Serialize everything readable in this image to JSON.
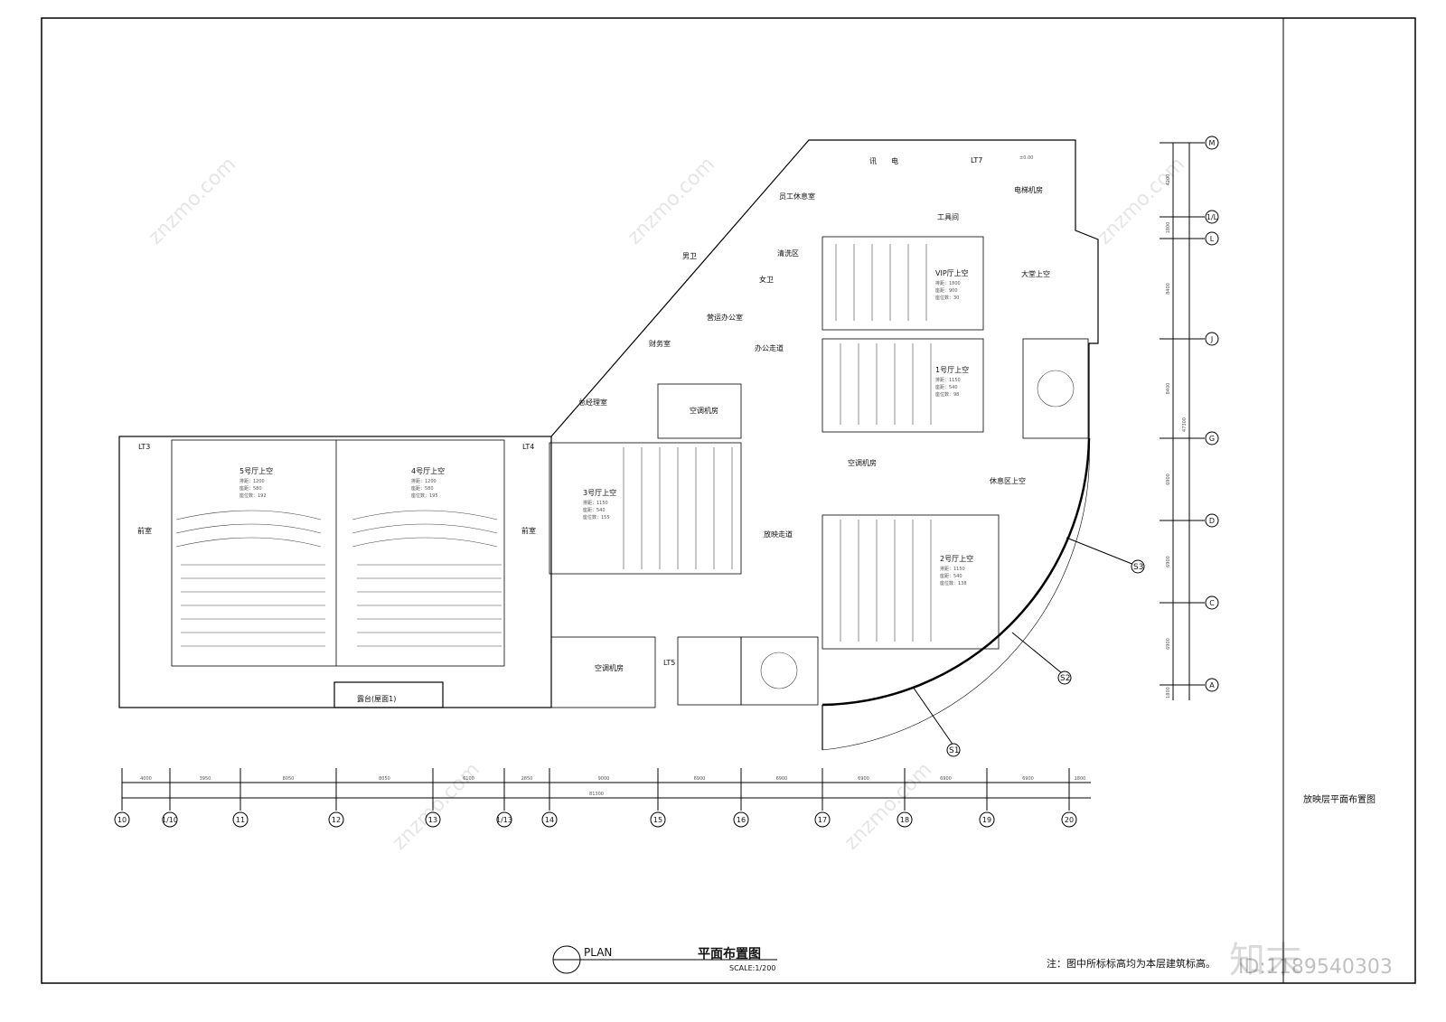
{
  "drawing": {
    "title": "平面布置图",
    "plan_label": "PLAN",
    "scale": "SCALE:1/200",
    "note": "注：图中所标标高均为本层建筑标高。",
    "sheet_title": "放映层平面布置图",
    "watermark_id": "ID:1189540303",
    "watermark_logo": "知末",
    "watermark_site": "znzmo.com"
  },
  "grid_x": {
    "axes": [
      "10",
      "1/10",
      "11",
      "12",
      "13",
      "1/13",
      "14",
      "15",
      "16",
      "17",
      "18",
      "19",
      "20"
    ],
    "dims": [
      "4000",
      "3950",
      "8050",
      "8050",
      "6100",
      "2850",
      "9000",
      "6900",
      "6900",
      "6900",
      "6900",
      "6900",
      "1800"
    ],
    "total": "81300"
  },
  "grid_y": {
    "axes": [
      "M",
      "1/L",
      "L",
      "J",
      "G",
      "D",
      "C",
      "A"
    ],
    "dims": [
      "4200",
      "1800",
      "8400",
      "8400",
      "6900",
      "6900",
      "6900",
      "1800"
    ],
    "total": "47300"
  },
  "arc_axes": [
    "S1",
    "S2",
    "S3"
  ],
  "rooms": {
    "hall5": "5号厅上空",
    "hall4": "4号厅上空",
    "hall3": "3号厅上空",
    "hall2": "2号厅上空",
    "hall1": "1号厅上空",
    "vip": "VIP厅上空",
    "projection_corridor": "放映走道",
    "lounge": "休息区上空",
    "lobby": "大堂上空",
    "ac1": "空调机房",
    "ac2": "空调机房",
    "ac3": "空调机房",
    "gm": "总经理室",
    "finance": "财务室",
    "ops": "营运办公室",
    "office_corridor": "办公走道",
    "men": "男卫",
    "women": "女卫",
    "wash": "清洗区",
    "staff": "员工休息室",
    "tools": "工具间",
    "lift_machine": "电梯机房",
    "ante1": "前室",
    "ante2": "前室",
    "terrace": "露台(屋面1)",
    "lt3": "LT3",
    "lt4": "LT4",
    "lt5": "LT5",
    "lt7": "LT7",
    "xun": "讯",
    "dian": "电",
    "level": "±0.00"
  },
  "hall_info": {
    "hall5": [
      "排距：1200",
      "座距：580",
      "座位数：192"
    ],
    "hall4": [
      "排距：1200",
      "座距：580",
      "座位数：195"
    ],
    "hall3": [
      "排距：1150",
      "座距：540",
      "座位数：155"
    ],
    "hall2": [
      "排距：1150",
      "座距：540",
      "座位数：138"
    ],
    "hall1": [
      "排距：1150",
      "座距：540",
      "座位数：98"
    ],
    "vip": [
      "排距：1800",
      "座距：900",
      "座位数：30"
    ]
  }
}
